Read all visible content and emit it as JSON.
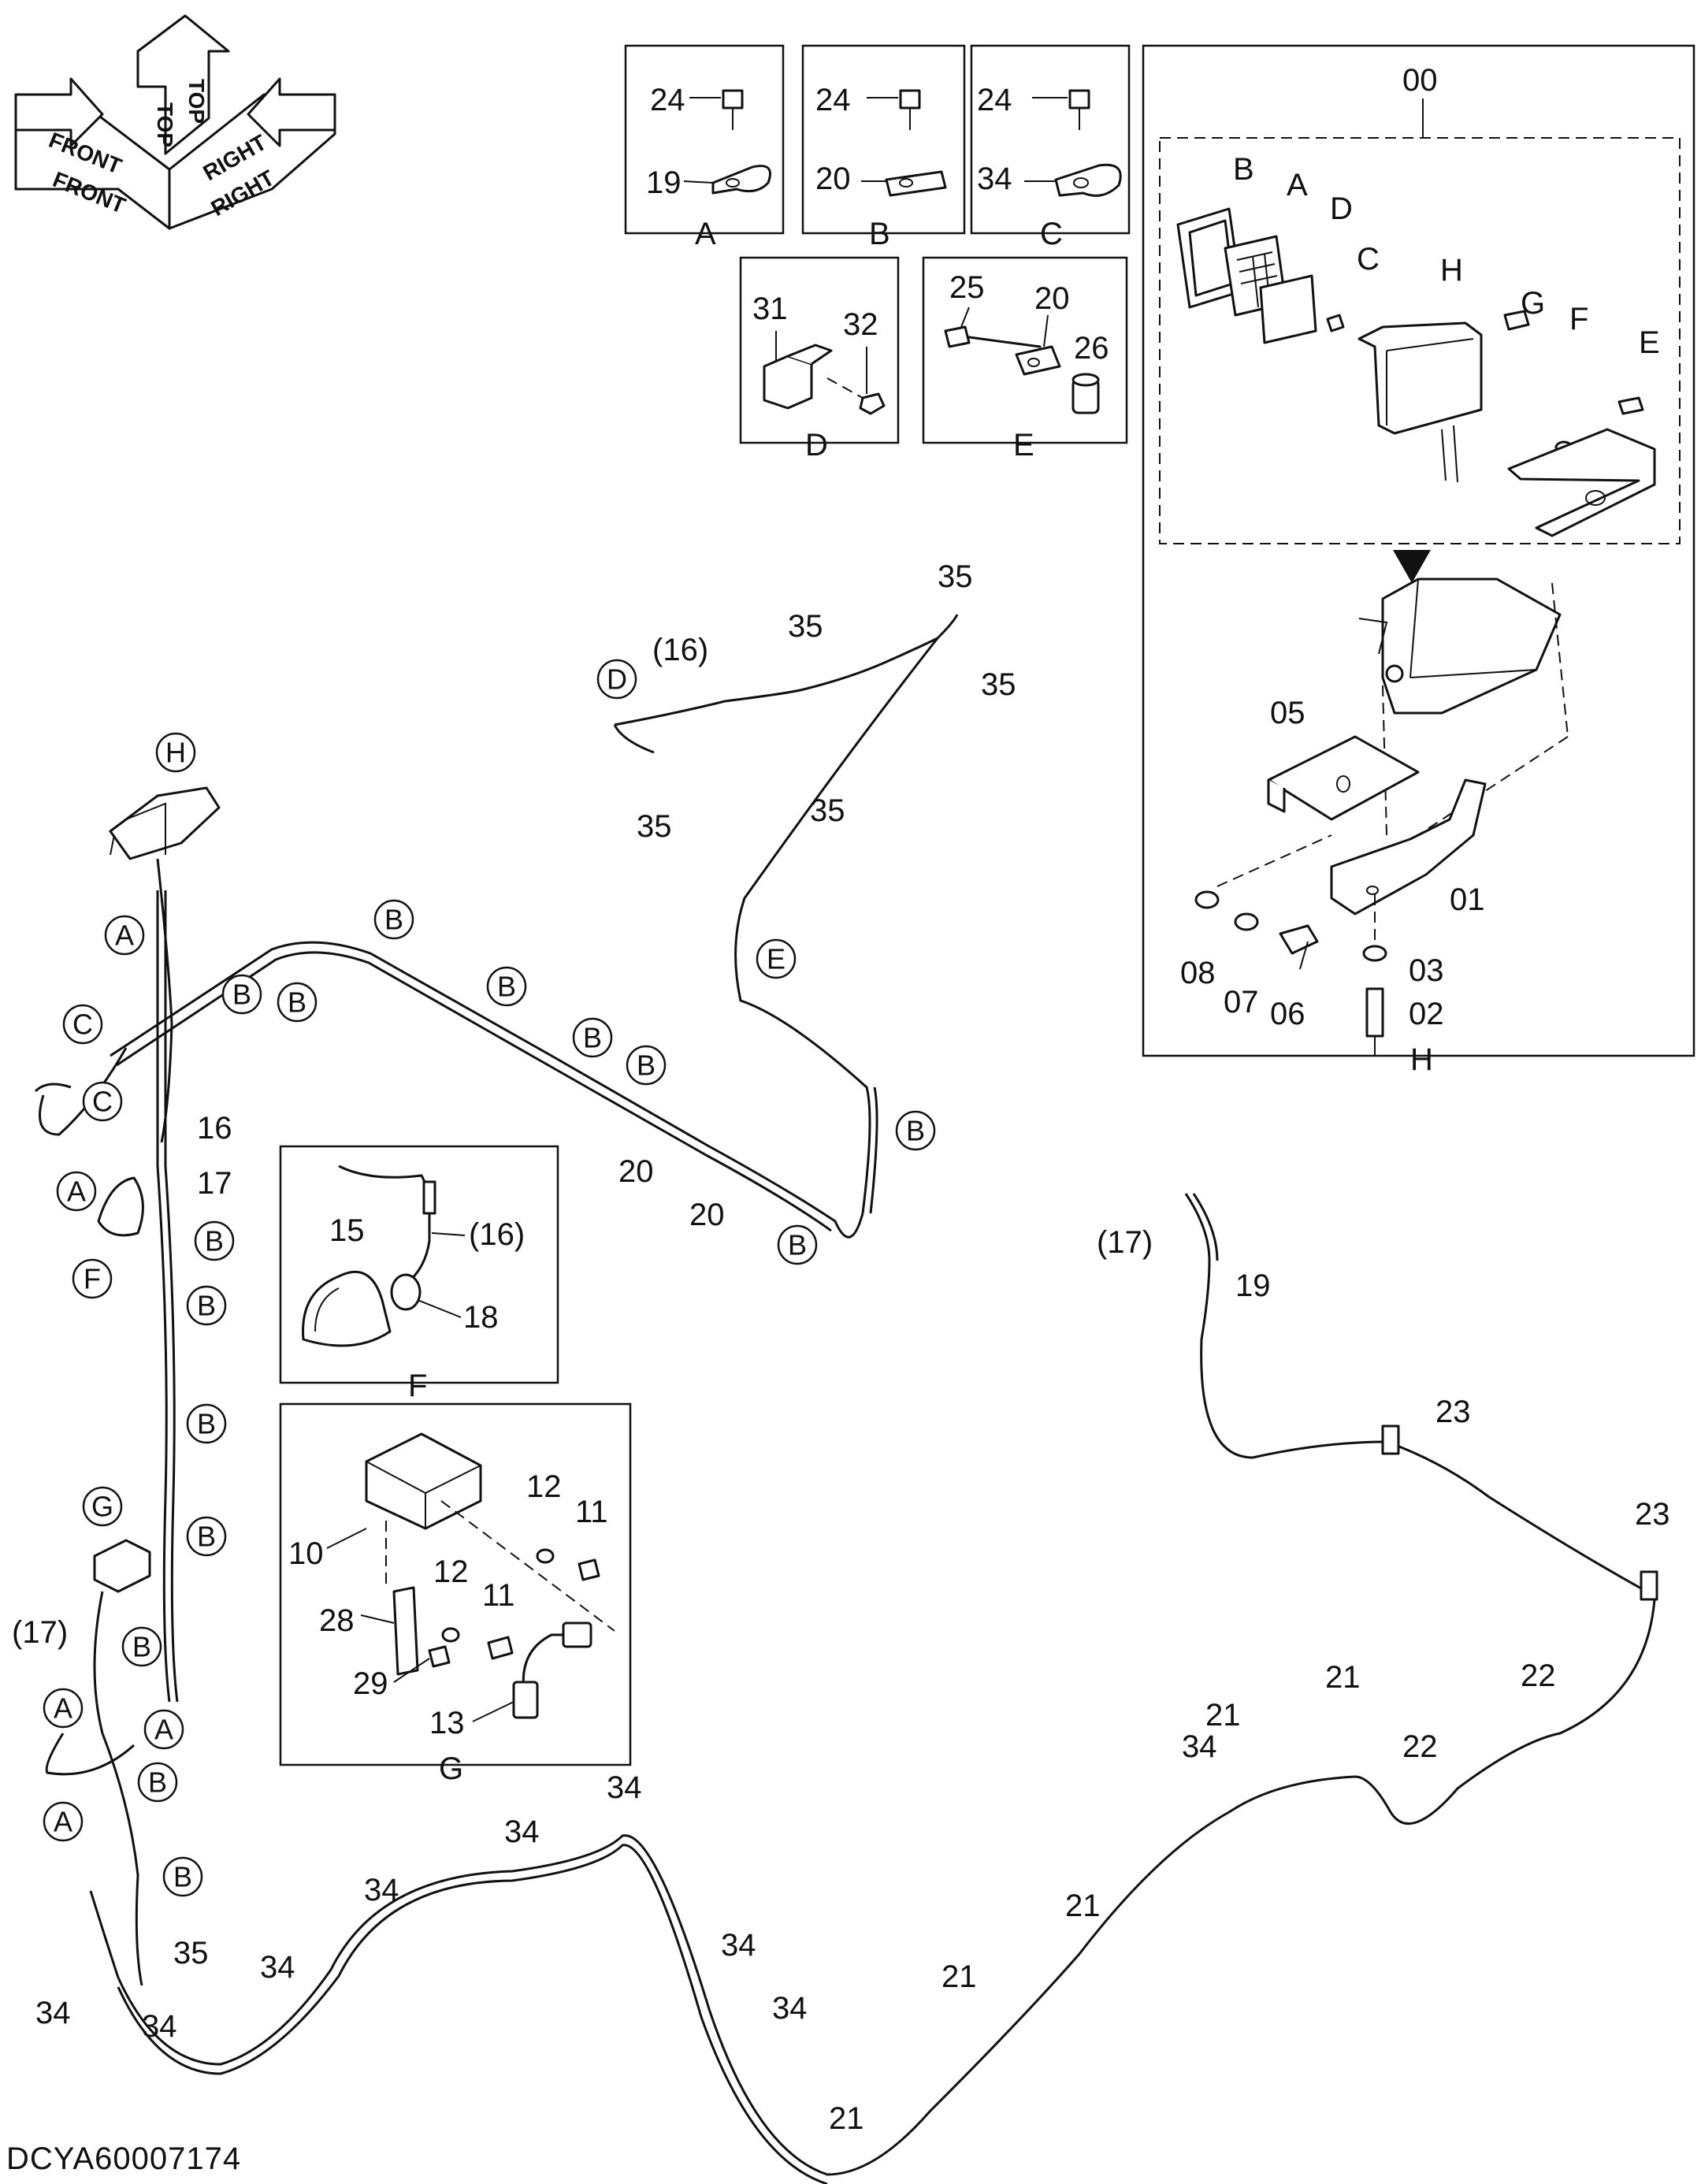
{
  "drawing_code": "DCYA60007174",
  "orientation": {
    "front": "FRONT",
    "top": "TOP",
    "right": "RIGHT"
  },
  "detail_boxes": {
    "A": {
      "caption": "A",
      "parts": [
        "24",
        "19"
      ]
    },
    "B": {
      "caption": "B",
      "parts": [
        "24",
        "20"
      ]
    },
    "C": {
      "caption": "C",
      "parts": [
        "24",
        "34"
      ]
    },
    "D": {
      "caption": "D",
      "parts": [
        "31",
        "32"
      ]
    },
    "E": {
      "caption": "E",
      "parts": [
        "25",
        "20",
        "26"
      ]
    },
    "H": {
      "caption": "H",
      "assembly": "00",
      "inner_letters": [
        "B",
        "A",
        "D",
        "C",
        "H",
        "G",
        "F",
        "E"
      ],
      "parts": [
        "05",
        "01",
        "08",
        "07",
        "06",
        "03",
        "02"
      ]
    },
    "F": {
      "caption": "F",
      "parts": [
        "15",
        "(16)",
        "18"
      ]
    },
    "G": {
      "caption": "G",
      "parts": [
        "12",
        "11",
        "10",
        "12",
        "11",
        "28",
        "29",
        "13"
      ]
    }
  },
  "harness_labels": {
    "left_harness": [
      "16",
      "17",
      "(17)",
      "(16)",
      "20",
      "20"
    ],
    "top_harness": [
      "(16)",
      "35",
      "35",
      "35",
      "35",
      "35"
    ],
    "right_harness": [
      "(17)",
      "19",
      "23",
      "23",
      "22",
      "22"
    ],
    "bottom_harness": [
      "21",
      "21",
      "21",
      "21",
      "21",
      "34",
      "34",
      "34",
      "34",
      "34",
      "34",
      "34",
      "34",
      "34",
      "35"
    ]
  },
  "callouts": [
    "H",
    "A",
    "C",
    "C",
    "A",
    "F",
    "G",
    "B",
    "B",
    "B",
    "B",
    "B",
    "B",
    "B",
    "B",
    "B",
    "B",
    "B",
    "B",
    "B",
    "B",
    "A",
    "A",
    "A",
    "B",
    "D",
    "E"
  ]
}
